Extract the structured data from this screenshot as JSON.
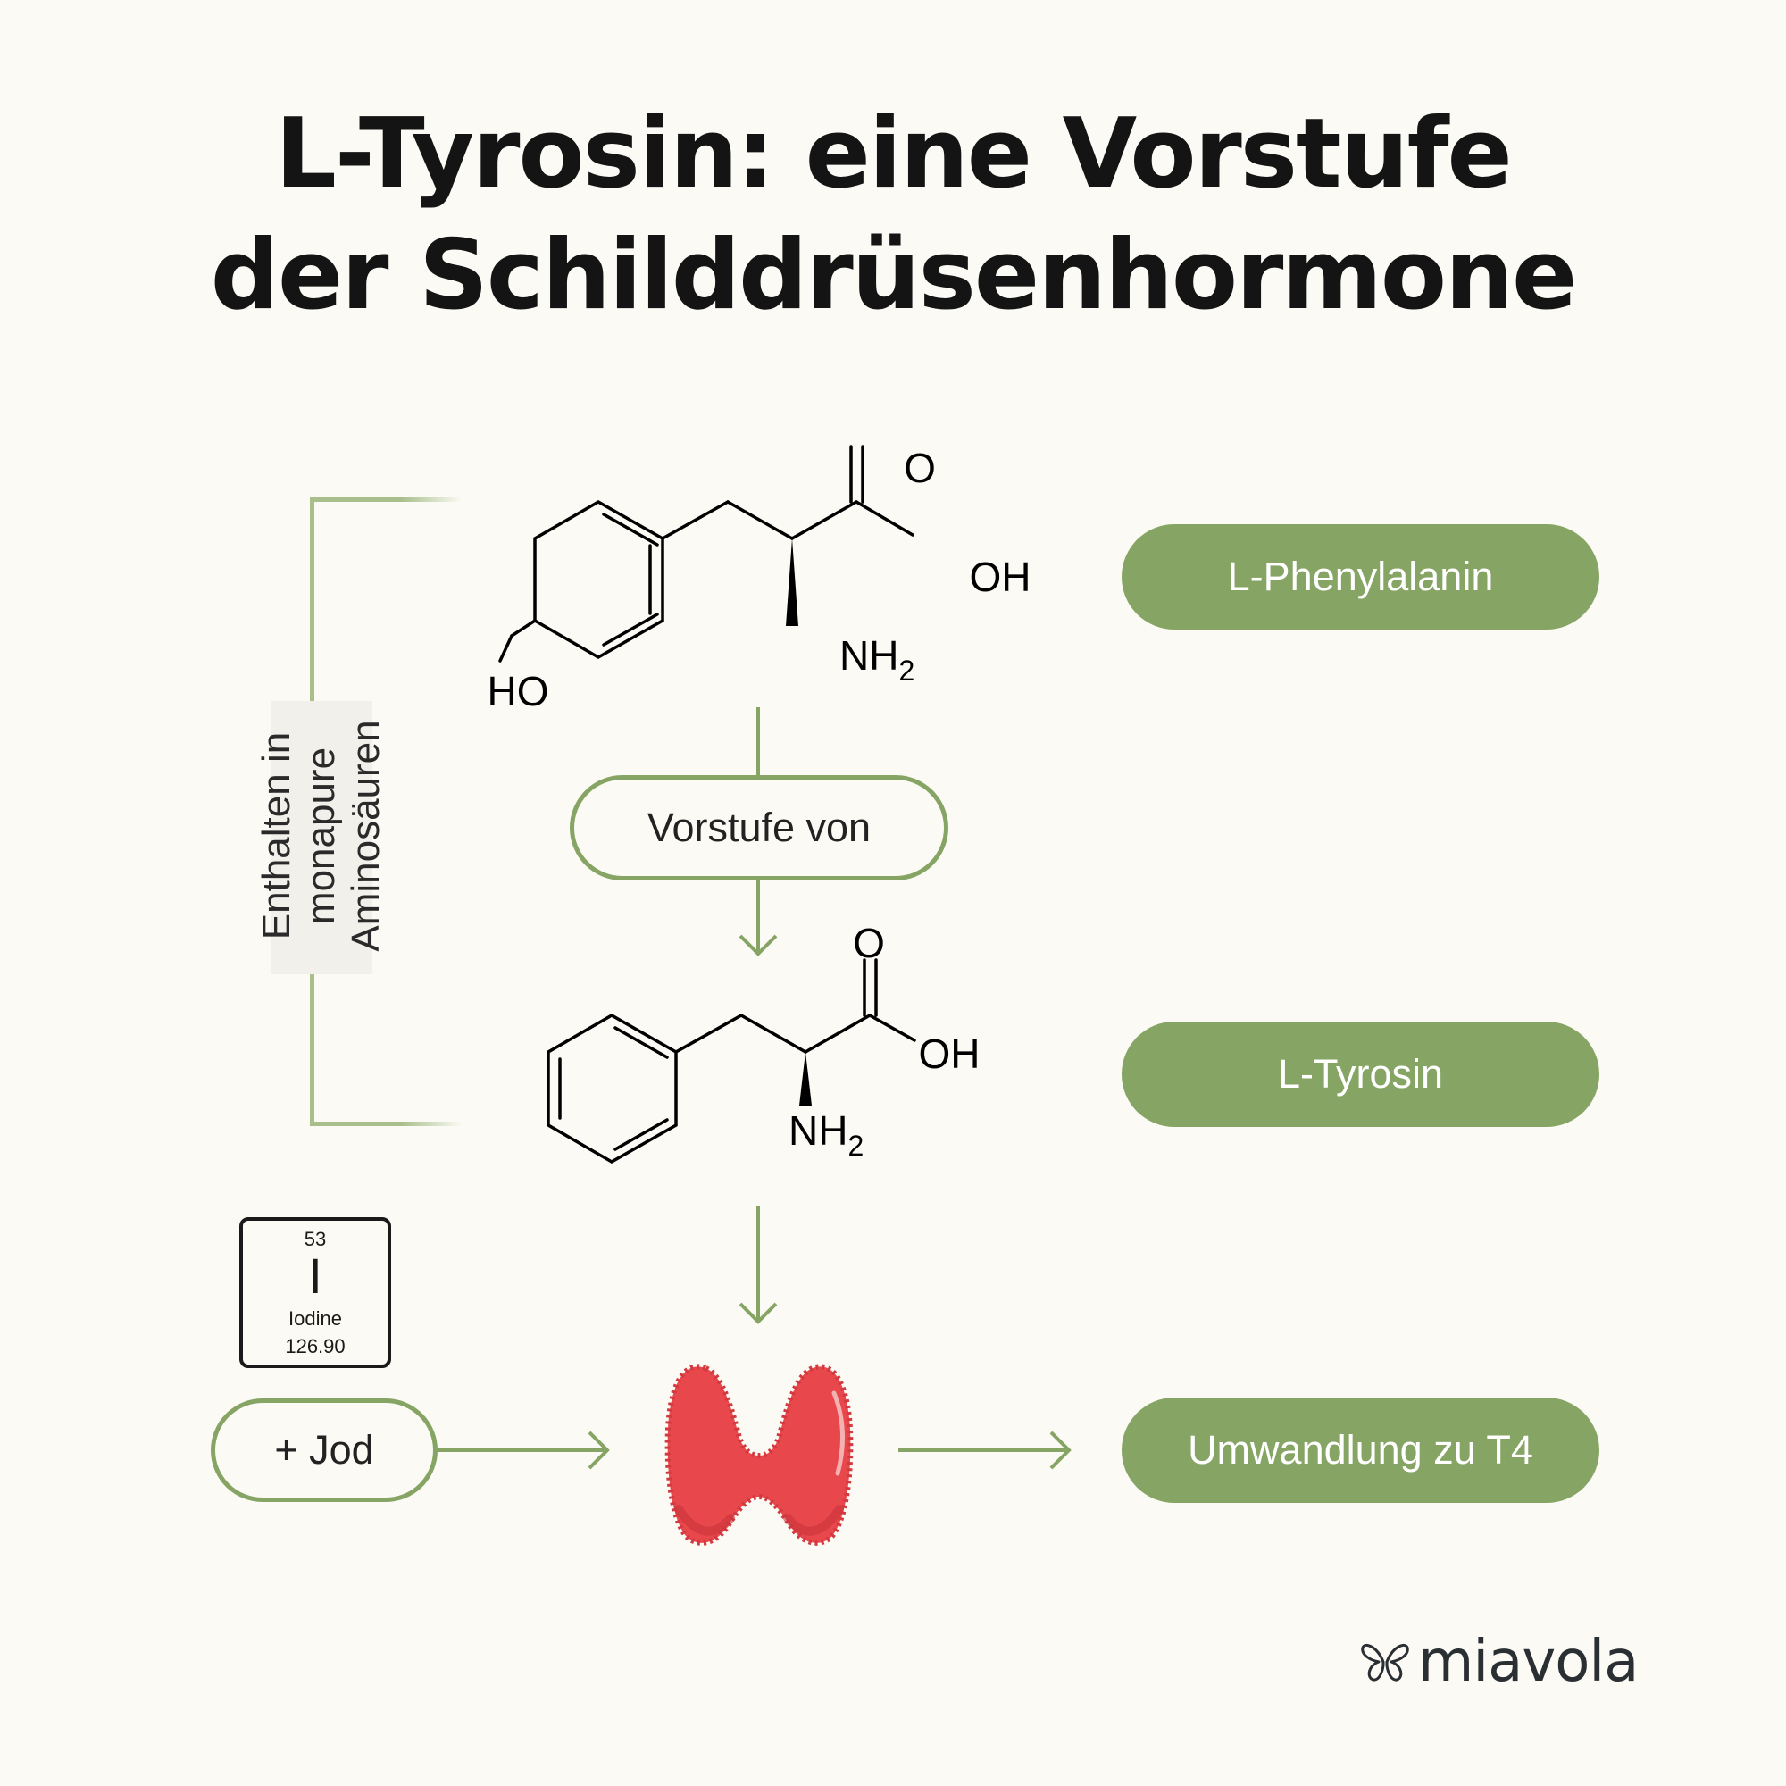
{
  "title": {
    "line1": "L-Tyrosin: eine Vorstufe",
    "line2": "der Schilddrüsenhormone"
  },
  "labels": {
    "phenylalanine": "L-Phenylalanin",
    "precursor_of": "Vorstufe von",
    "tyrosine": "L-Tyrosin",
    "plus_iodine": "+ Jod",
    "conversion": "Umwandlung zu T4"
  },
  "side_label": {
    "line1": "Enthalten in",
    "line2": "monapure",
    "line3": "Aminosäuren"
  },
  "element": {
    "number": "53",
    "symbol": "I",
    "name": "Iodine",
    "mass": "126.90"
  },
  "molecule_top": {
    "oxygen": "O",
    "hydroxyl_right": "OH",
    "amine_n": "NH",
    "amine_sub": "2",
    "hydroxyl_left": "HO"
  },
  "molecule_bottom": {
    "oxygen": "O",
    "hydroxyl_right": "OH",
    "amine_n": "NH",
    "amine_sub": "2"
  },
  "brand": {
    "name": "miavola",
    "logo_icon": "butterfly-icon"
  },
  "colors": {
    "background": "#fbfaf4",
    "accent_green": "#86a463",
    "thyroid_red": "#e8474c",
    "text_dark": "#141414"
  }
}
